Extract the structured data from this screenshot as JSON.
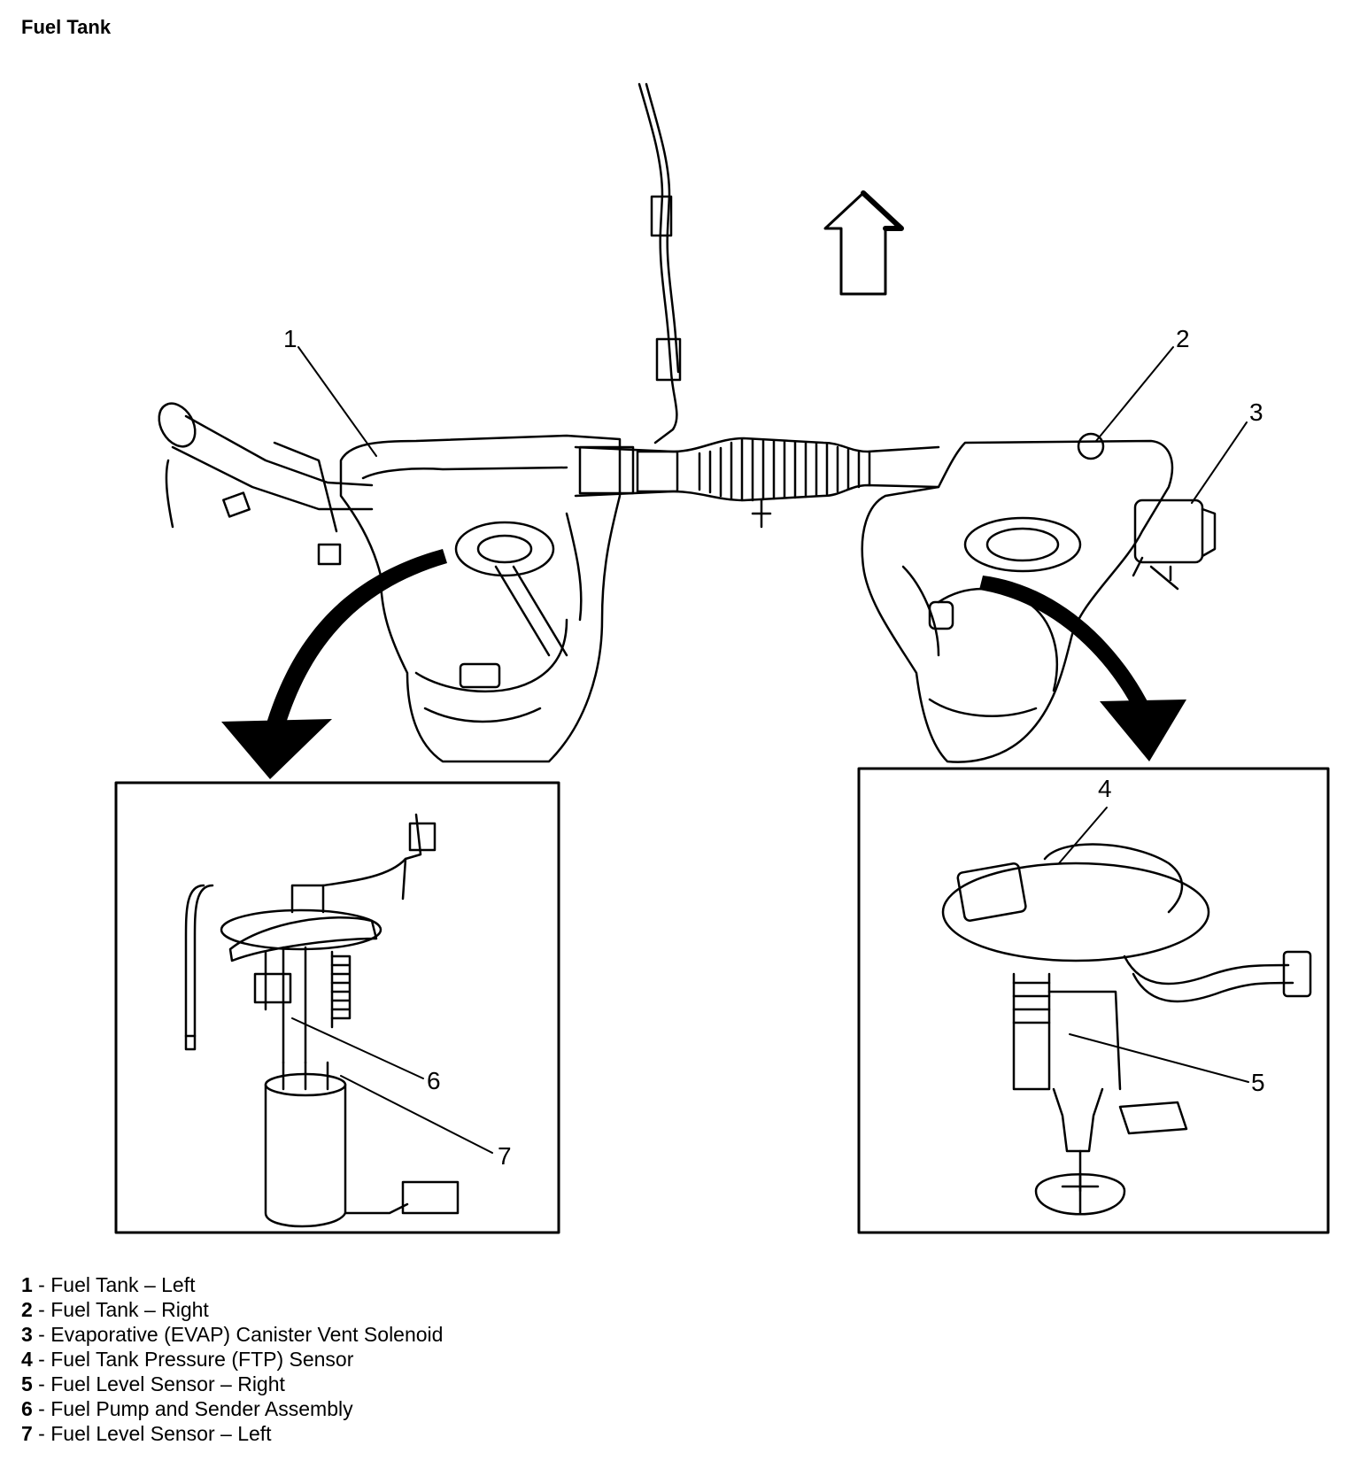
{
  "title": "Fuel Tank",
  "callouts": [
    "1",
    "2",
    "3",
    "4",
    "5",
    "6",
    "7"
  ],
  "legend": [
    {
      "num": "1",
      "sep": " - ",
      "text": "Fuel Tank – Left"
    },
    {
      "num": "2",
      "sep": " - ",
      "text": "Fuel Tank – Right"
    },
    {
      "num": "3",
      "sep": " - ",
      "text": "Evaporative (EVAP) Canister Vent Solenoid"
    },
    {
      "num": "4",
      "sep": " - ",
      "text": "Fuel Tank Pressure (FTP) Sensor"
    },
    {
      "num": "5",
      "sep": " - ",
      "text": "Fuel Level Sensor – Right"
    },
    {
      "num": "6",
      "sep": " - ",
      "text": "Fuel Pump and Sender Assembly"
    },
    {
      "num": "7",
      "sep": " - ",
      "text": "Fuel Level Sensor – Left"
    }
  ]
}
